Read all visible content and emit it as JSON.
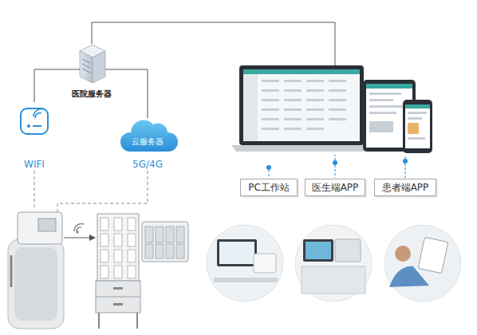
{
  "diagram": {
    "nodes": [
      {
        "text": [
          "医院服务器"
        ]
      },
      {
        "text": [
          "WIFI"
        ]
      },
      {
        "text": [
          "云服务器",
          "5G/4G"
        ]
      },
      {
        "text": [
          "PC工作站"
        ]
      },
      {
        "text": [
          "医生端APP"
        ]
      },
      {
        "text": [
          "患者端APP"
        ]
      }
    ],
    "edges": [
      {
        "from": 0,
        "to": 1,
        "arrow": "none"
      },
      {
        "from": 0,
        "to": 2,
        "arrow": "none"
      }
    ]
  }
}
